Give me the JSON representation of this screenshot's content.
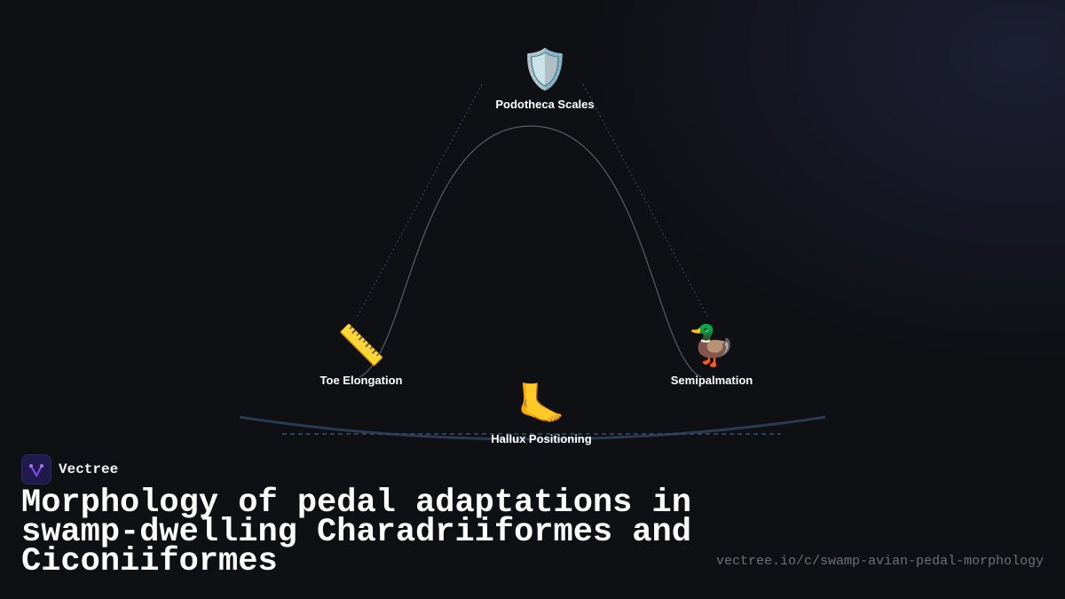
{
  "brand": {
    "name": "Vectree",
    "logo_icon": "vectree-logo-icon",
    "logo_color": "#7a4cf0"
  },
  "title": "Morphology of pedal adaptations in swamp-dwelling Charadriiformes and Ciconiiformes",
  "url": "vectree.io/c/swamp-avian-pedal-morphology",
  "diagram": {
    "nodes": [
      {
        "id": "podotheca",
        "label": "Podotheca Scales",
        "icon": "🛡️",
        "icon_name": "shield-icon"
      },
      {
        "id": "toe-elongation",
        "label": "Toe Elongation",
        "icon": "📏",
        "icon_name": "ruler-icon"
      },
      {
        "id": "semipalmation",
        "label": "Semipalmation",
        "icon": "🦆",
        "icon_name": "duck-icon"
      },
      {
        "id": "hallux",
        "label": "Hallux Positioning",
        "icon": "🦶",
        "icon_name": "foot-icon"
      }
    ],
    "colors": {
      "bell_curve": "#5a5c66",
      "dotted_connector": "#3d4d6b",
      "ground_curve": "#2a3a52",
      "ground_dashes": "#3d4d6b"
    }
  }
}
